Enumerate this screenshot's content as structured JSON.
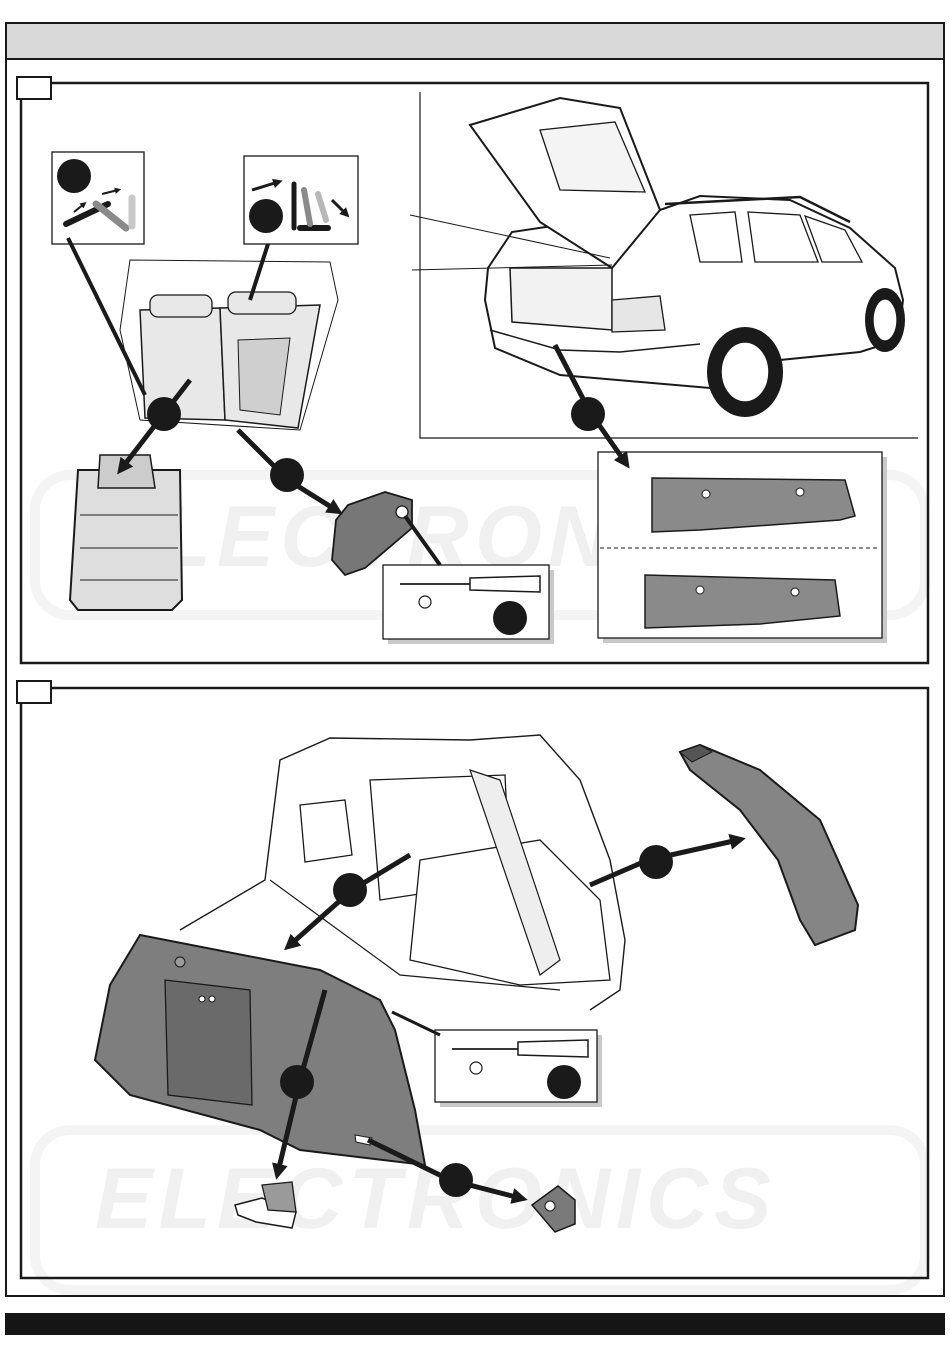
{
  "watermark": {
    "brand_top": "ELECTRONICS",
    "brand_bottom": "ELECTRONICS"
  },
  "sections": [
    {
      "id": "panel-1",
      "steps": [
        "seat-fold",
        "seat-back-tilt",
        "remove-seat",
        "remove-bracket",
        "remove-trim"
      ],
      "callouts": [
        "screwdriver-torx"
      ]
    },
    {
      "id": "panel-2",
      "steps": [
        "remove-side-panel",
        "remove-cover",
        "remove-clip",
        "remove-lashing-eye"
      ],
      "callouts": [
        "screwdriver-torx"
      ]
    }
  ],
  "colors": {
    "ink": "#1a1a1a",
    "panel_grey": "#8a8a8a",
    "dark_grey": "#5e5e5e",
    "light_grey": "#cfcfcf",
    "bottom_bar": "#151515"
  },
  "icons": {
    "step_marker": "black-circle-icon",
    "arrow": "heavy-arrow-icon",
    "tool": "screwdriver-icon",
    "torx": "torx-star-icon"
  }
}
